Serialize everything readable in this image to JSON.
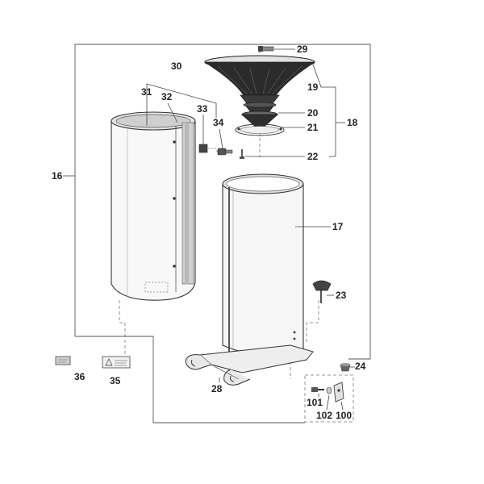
{
  "callouts": {
    "c16": "16",
    "c17": "17",
    "c18": "18",
    "c19": "19",
    "c20": "20",
    "c21": "21",
    "c22": "22",
    "c23": "23",
    "c24": "24",
    "c28": "28",
    "c29": "29",
    "c30": "30",
    "c31": "31",
    "c32": "32",
    "c33": "33",
    "c34": "34",
    "c35": "35",
    "c36": "36",
    "c100": "100",
    "c101": "101",
    "c102": "102"
  },
  "colors": {
    "line": "#333333",
    "fill_dark": "#2a2a2a",
    "fill_light": "#f2f2f2",
    "grey": "#9a9a9a"
  }
}
